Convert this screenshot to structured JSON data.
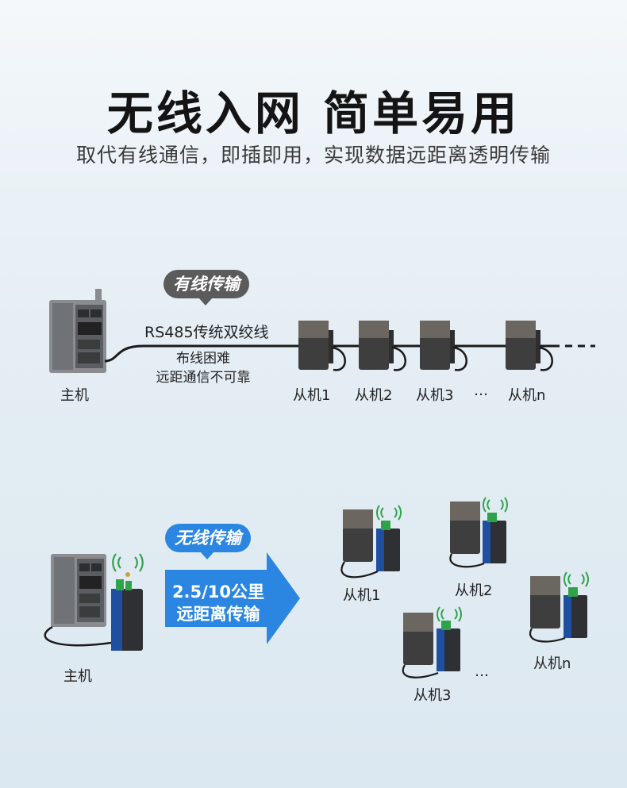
{
  "header": {
    "title": "无线入网  简单易用",
    "subtitle": "取代有线通信，即插即用，实现数据远距离透明传输"
  },
  "wired": {
    "bubble": "有线传输",
    "cable_label": "RS485传统双绞线",
    "note_line1": "布线困难",
    "note_line2": "远距通信不可靠",
    "master_label": "主机",
    "slaves": [
      "从机1",
      "从机2",
      "从机3",
      "从机n"
    ],
    "ellipsis": "…"
  },
  "wireless": {
    "bubble": "无线传输",
    "arrow_line1": "2.5/10公里",
    "arrow_line2": "远距离传输",
    "master_label": "主机",
    "slaves": [
      "从机1",
      "从机2",
      "从机3",
      "从机n"
    ],
    "ellipsis": "…"
  },
  "colors": {
    "accent_blue": "#2a86e0",
    "bubble_gray": "#5b5b5b",
    "device_dark": "#3d3d3d",
    "antenna_green": "#2fa34a"
  }
}
